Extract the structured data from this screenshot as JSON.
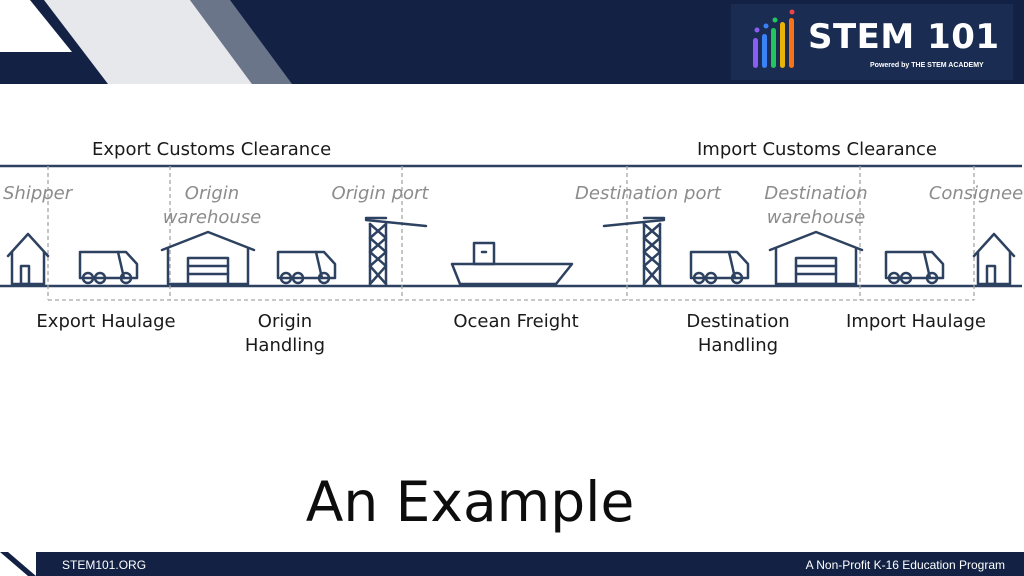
{
  "branding": {
    "logo_title": "STEM 101",
    "logo_subtitle": "Powered by THE STEM ACADEMY",
    "bar_colors": [
      "#8b5cf6",
      "#3b82f6",
      "#22c55e",
      "#eab308",
      "#f97316",
      "#ef4444"
    ]
  },
  "colors": {
    "navy": "#132244",
    "diagram_line": "#2d4160",
    "dashed": "#a6a6a6",
    "muted_text": "#8c8c8c"
  },
  "diagram": {
    "export_clearance": "Export Customs Clearance",
    "import_clearance": "Import Customs Clearance",
    "locations": {
      "shipper": "Shipper",
      "origin_warehouse_1": "Origin",
      "origin_warehouse_2": "warehouse",
      "origin_port": "Origin port",
      "destination_port": "Destination port",
      "destination_warehouse_1": "Destination",
      "destination_warehouse_2": "warehouse",
      "consignee": "Consignee"
    },
    "segments": {
      "export_haulage": "Export Haulage",
      "origin_handling_1": "Origin",
      "origin_handling_2": "Handling",
      "ocean_freight": "Ocean Freight",
      "destination_handling_1": "Destination",
      "destination_handling_2": "Handling",
      "import_haulage": "Import Haulage"
    },
    "icons": [
      "house-icon",
      "truck-icon",
      "warehouse-icon",
      "crane-icon",
      "ship-icon"
    ]
  },
  "slide": {
    "title": "An Example"
  },
  "footer": {
    "left": "STEM101.ORG",
    "right": "A Non-Profit K-16 Education Program"
  }
}
